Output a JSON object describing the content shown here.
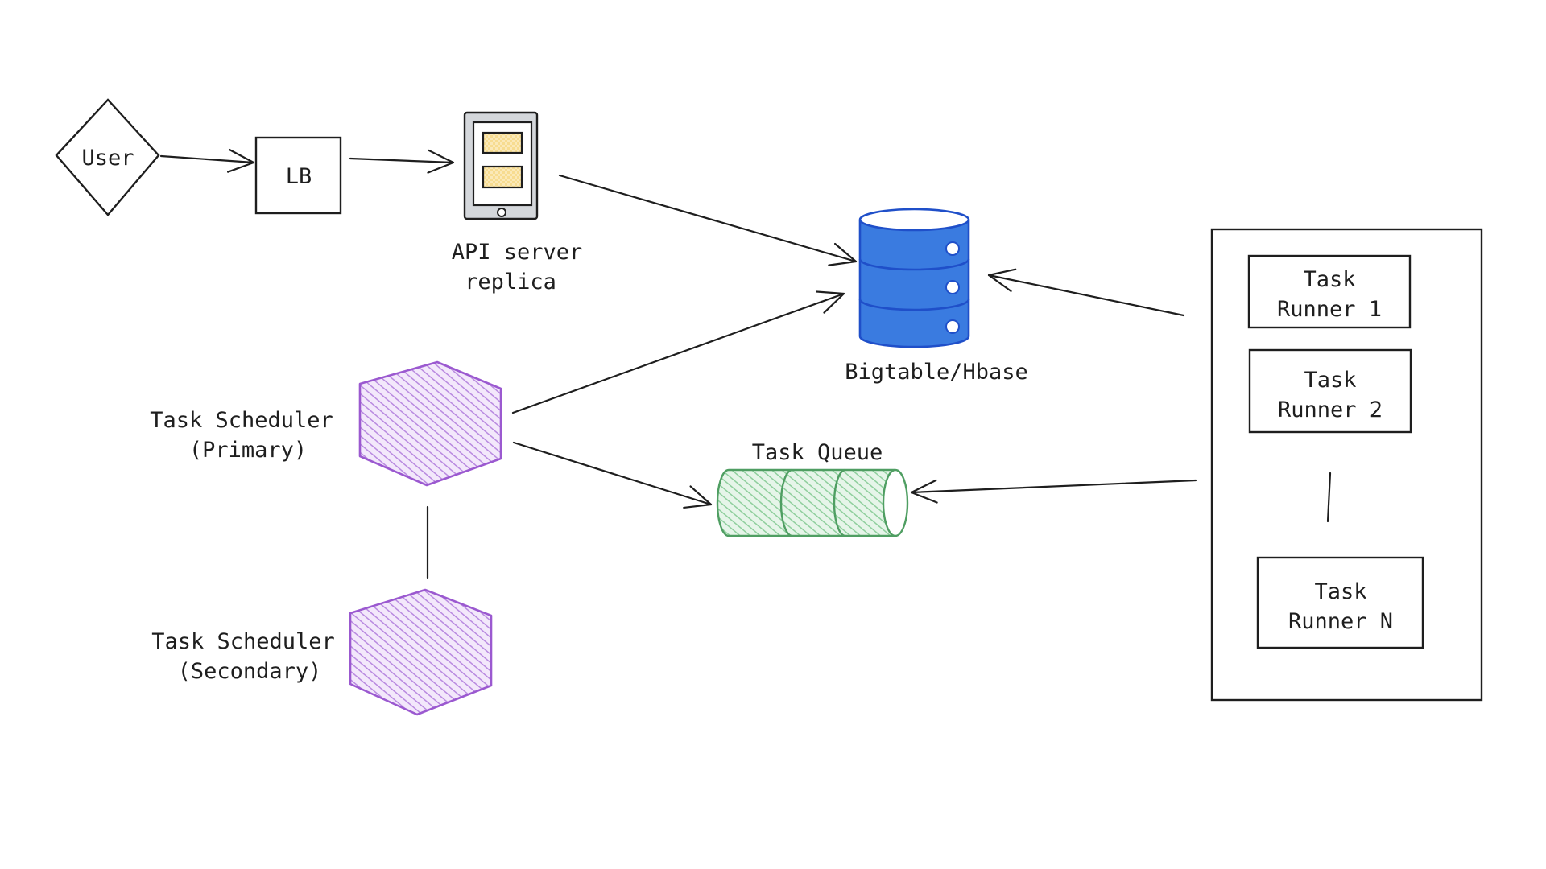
{
  "diagram": {
    "nodes": {
      "user": {
        "label": "User",
        "shape": "diamond"
      },
      "lb": {
        "label": "LB",
        "shape": "rectangle"
      },
      "api_server": {
        "label_lines": [
          "API server",
          "replica"
        ],
        "shape": "tablet-icon"
      },
      "database": {
        "label": "Bigtable/Hbase",
        "shape": "database-icon"
      },
      "scheduler_primary": {
        "label_lines": [
          "Task Scheduler",
          "(Primary)"
        ],
        "shape": "hexagon"
      },
      "scheduler_secondary": {
        "label_lines": [
          "Task Scheduler",
          "(Secondary)"
        ],
        "shape": "hexagon"
      },
      "task_queue": {
        "label": "Task Queue",
        "shape": "queue-cylinder"
      },
      "runner_group": {
        "runners": [
          {
            "label_lines": [
              "Task",
              "Runner 1"
            ]
          },
          {
            "label_lines": [
              "Task",
              "Runner 2"
            ]
          },
          {
            "label_lines": [
              "Task",
              "Runner N"
            ]
          }
        ],
        "ellipsis": "|"
      }
    },
    "edges": [
      {
        "from": "User",
        "to": "LB",
        "arrow": true
      },
      {
        "from": "LB",
        "to": "API server replica",
        "arrow": true
      },
      {
        "from": "API server replica",
        "to": "Bigtable/Hbase",
        "arrow": true
      },
      {
        "from": "Task Scheduler (Primary)",
        "to": "Bigtable/Hbase",
        "arrow": true
      },
      {
        "from": "Task Scheduler (Primary)",
        "to": "Task Queue",
        "arrow": true
      },
      {
        "from": "Task Runners",
        "to": "Bigtable/Hbase",
        "arrow": true
      },
      {
        "from": "Task Runners",
        "to": "Task Queue",
        "arrow": true
      },
      {
        "from": "Task Scheduler (Primary)",
        "to": "Task Scheduler (Secondary)",
        "arrow": false
      }
    ],
    "colors": {
      "stroke": "#1e1e1e",
      "database_fill": "#3a7be0",
      "database_stroke": "#1f4fc9",
      "scheduler_fill": "#d9b8f0",
      "scheduler_stroke": "#9b59d0",
      "queue_fill": "#b9e3c2",
      "queue_stroke": "#4f9e62",
      "api_body": "#d4d7db",
      "api_blocks": "#f5d37a"
    }
  }
}
